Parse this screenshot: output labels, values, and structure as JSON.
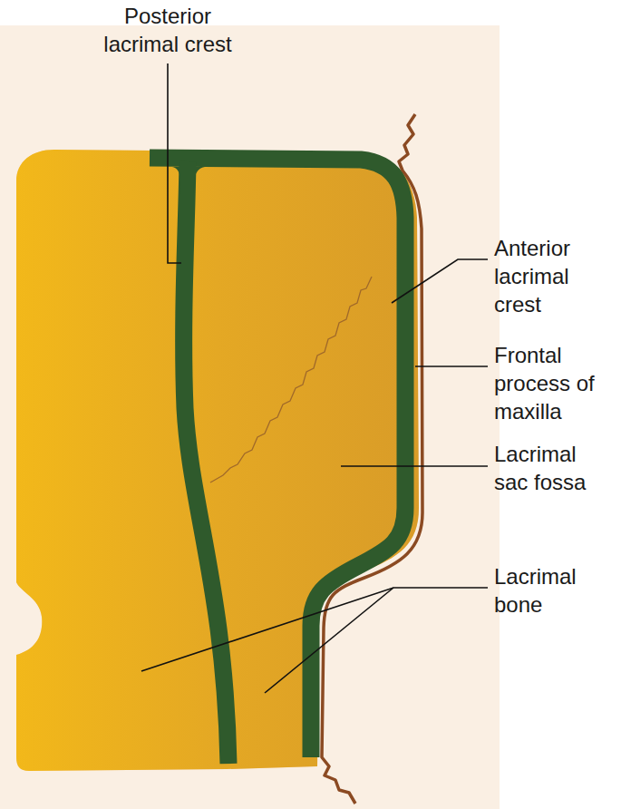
{
  "diagram": {
    "labels": [
      "Posterior lacrimal crest",
      "Anterior lacrimal crest",
      "Frontal process of maxilla",
      "Lacrimal sac fossa",
      "Lacrimal bone"
    ]
  }
}
